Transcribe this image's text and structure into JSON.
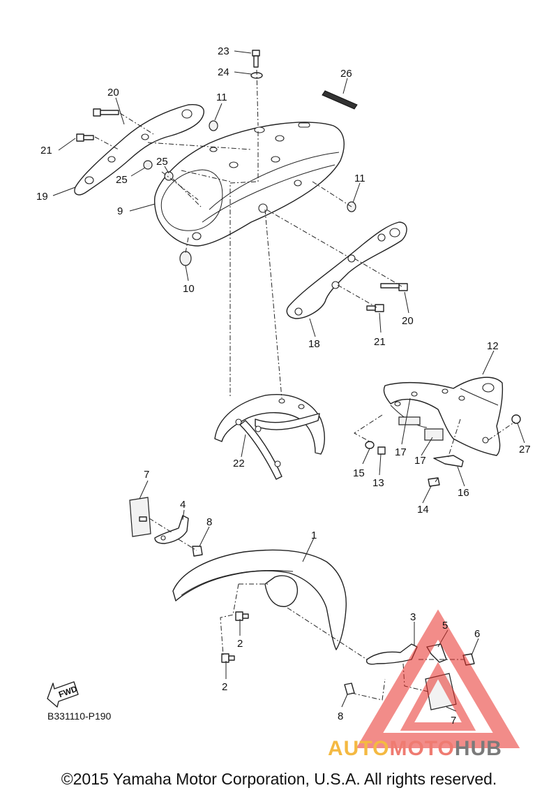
{
  "diagram": {
    "part_numbers": {
      "p1": "1",
      "p2a": "2",
      "p2b": "2",
      "p3": "3",
      "p4": "4",
      "p5": "5",
      "p6": "6",
      "p7a": "7",
      "p7b": "7",
      "p8a": "8",
      "p8b": "8",
      "p9": "9",
      "p10": "10",
      "p11a": "11",
      "p11b": "11",
      "p12": "12",
      "p13": "13",
      "p14": "14",
      "p15": "15",
      "p16": "16",
      "p17a": "17",
      "p17b": "17",
      "p18": "18",
      "p19": "19",
      "p20a": "20",
      "p20b": "20",
      "p21a": "21",
      "p21b": "21",
      "p22": "22",
      "p23": "23",
      "p24": "24",
      "p25a": "25",
      "p25b": "25",
      "p26": "26",
      "p27": "27"
    },
    "diagram_code": "B331110-P190",
    "fwd_label": "FWD",
    "copyright": "©2015 Yamaha Motor Corporation, U.S.A. All rights reserved."
  },
  "watermark": {
    "part1": "AUTO",
    "part2": "MOTO",
    "part3": "HUB",
    "colors": {
      "auto": "#f4b942",
      "moto": "#ef7b71",
      "hub": "#7a7a7a",
      "triangle": "#e8302a"
    }
  }
}
